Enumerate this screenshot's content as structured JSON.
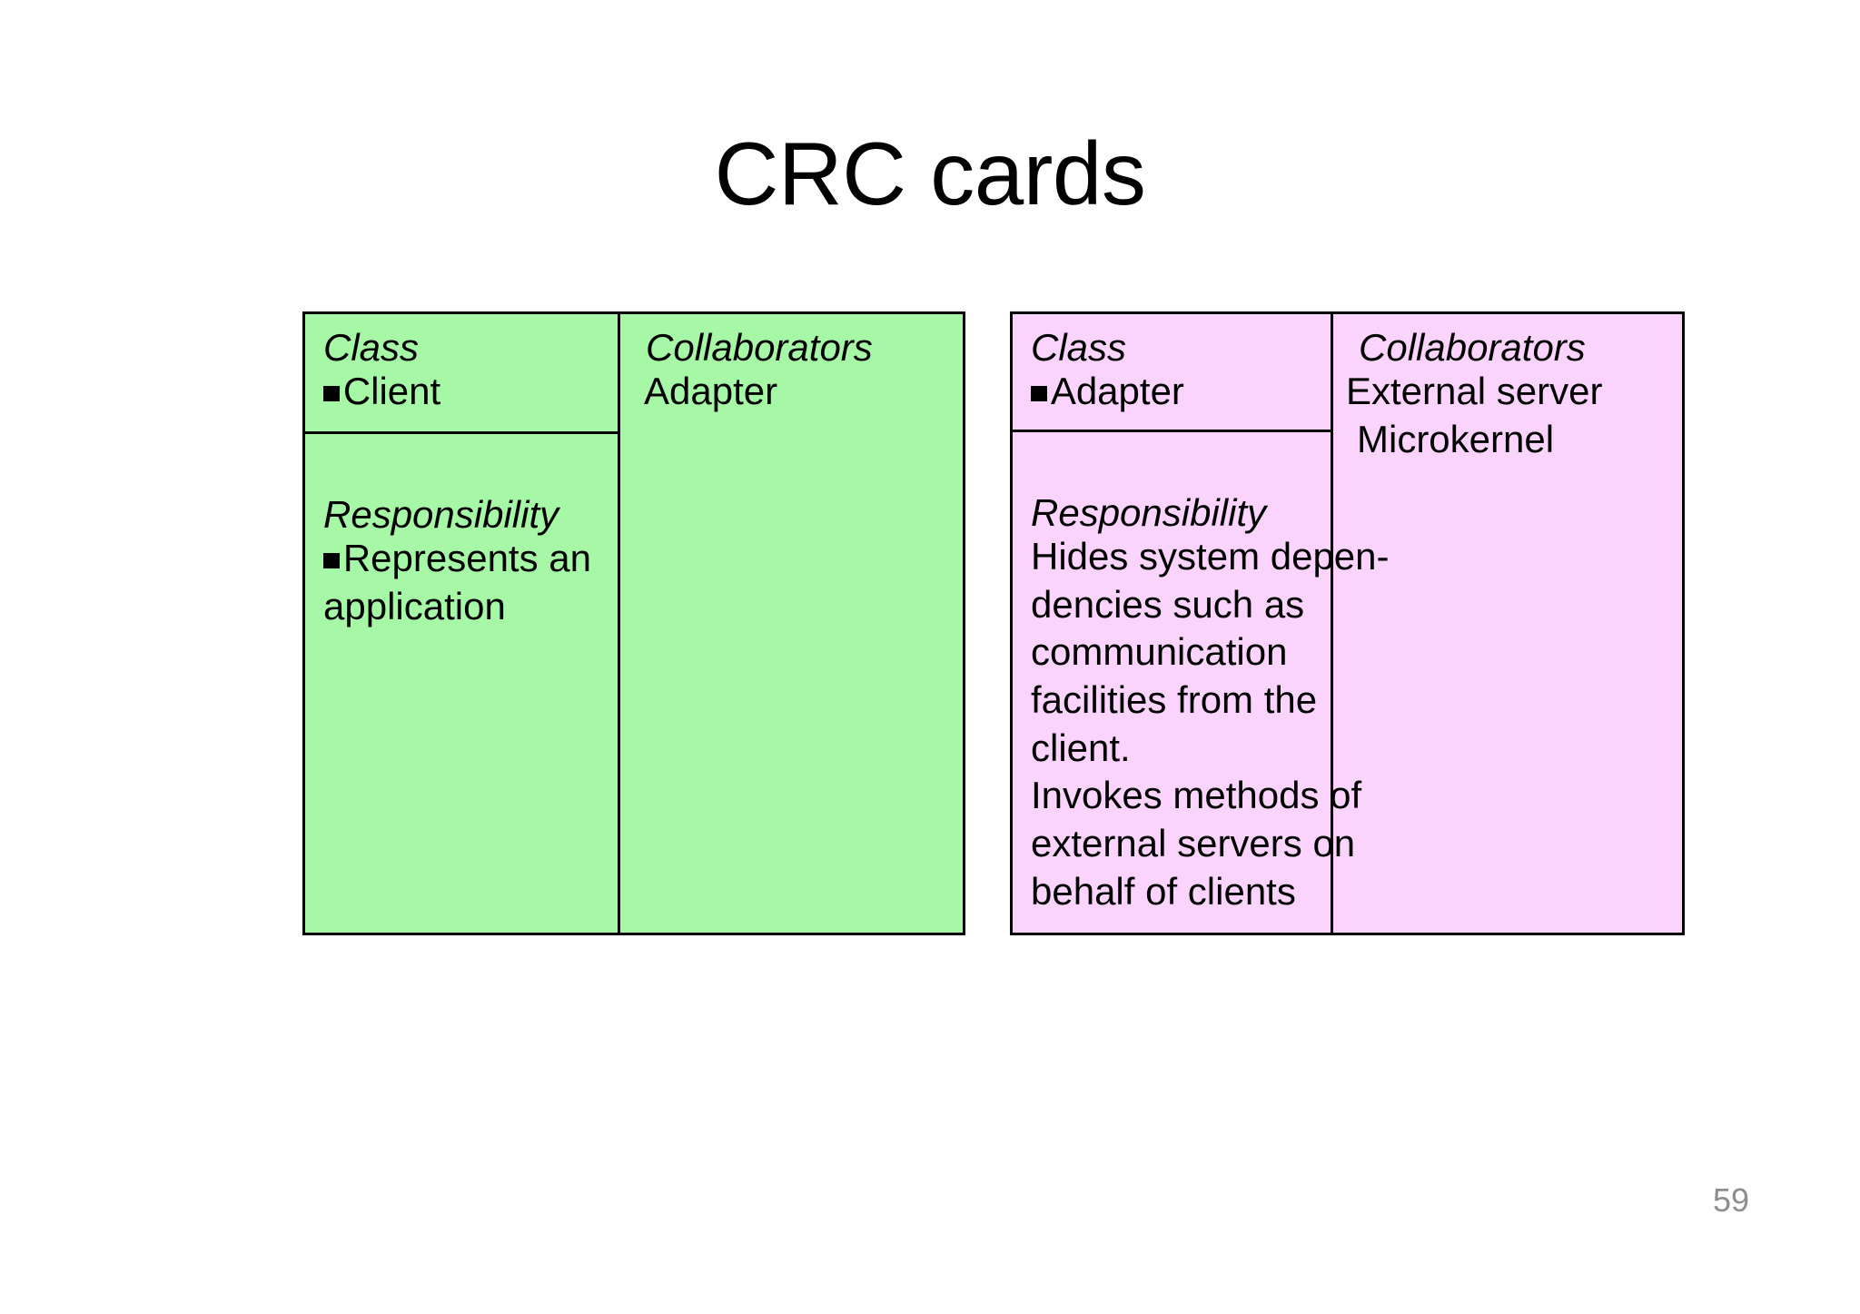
{
  "slide": {
    "title": "CRC cards",
    "page_number": "59",
    "colors": {
      "card_green_fill": "#A6F7A6",
      "card_pink_fill": "#FBD4FE",
      "border": "#000000",
      "text": "#000000",
      "page_number": "#8d8d8d"
    }
  },
  "cards": [
    {
      "id": "client-card",
      "color": "green",
      "class_header": "Class",
      "class_name": "Client",
      "responsibility_header": "Responsibility",
      "responsibility_lines": [
        "Represents an",
        "application"
      ],
      "collaborators_header": "Collaborators",
      "collaborators": [
        "Adapter"
      ]
    },
    {
      "id": "adapter-card",
      "color": "pink",
      "class_header": "Class",
      "class_name": "Adapter",
      "responsibility_header": "Responsibility",
      "responsibility_lines": [
        "Hides system depen-",
        "dencies such as",
        "communication",
        "facilities from the",
        "client.",
        "Invokes methods of",
        "external servers on",
        "behalf of clients"
      ],
      "collaborators_header": "Collaborators",
      "collaborators": [
        "External server",
        "Microkernel"
      ]
    }
  ]
}
